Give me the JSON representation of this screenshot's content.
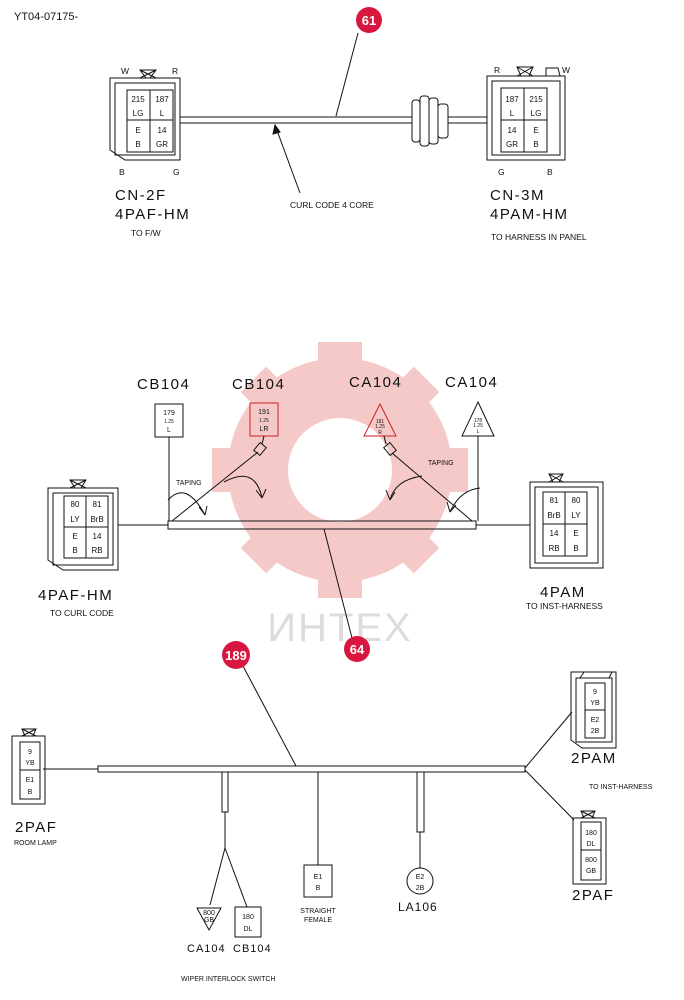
{
  "doc_id": "YT04-07175-",
  "colors": {
    "callout": "#d7173f",
    "watermark": "#f4b8b8",
    "line": "#111111"
  },
  "watermark": {
    "text": "ИНТЕХ"
  },
  "callouts": [
    "61",
    "64",
    "189"
  ],
  "top": {
    "left": {
      "top_marks": [
        "W",
        "R"
      ],
      "bottom_marks": [
        "B",
        "G"
      ],
      "pins": [
        "215",
        "187",
        "LG",
        "L",
        "E",
        "14",
        "B",
        "GR"
      ],
      "name": "CN-2F",
      "type": "4PAF-HM",
      "dest": "TO F/W"
    },
    "right": {
      "top_marks": [
        "R",
        "W"
      ],
      "bottom_marks": [
        "G",
        "B"
      ],
      "pins": [
        "187",
        "215",
        "L",
        "LG",
        "14",
        "E",
        "GR",
        "B"
      ],
      "name": "CN-3M",
      "type": "4PAM-HM",
      "dest": "TO HARNESS IN PANEL"
    },
    "curl_label": "CURL CODE 4 CORE"
  },
  "middle": {
    "labels": [
      "CB104",
      "CB104",
      "CA104",
      "CA104"
    ],
    "term1": [
      "179",
      "1.25",
      "L"
    ],
    "term2": [
      "191",
      "1.25",
      "LR"
    ],
    "term3": [
      "181",
      "1.25",
      "R"
    ],
    "term4": [
      "178",
      "1.25",
      "L"
    ],
    "taping": "TAPING",
    "left": {
      "pins": [
        "80",
        "81",
        "LY",
        "BrB",
        "E",
        "14",
        "B",
        "RB"
      ],
      "type": "4PAF-HM",
      "dest": "TO CURL CODE"
    },
    "right": {
      "pins": [
        "81",
        "80",
        "BrB",
        "LY",
        "14",
        "E",
        "RB",
        "B"
      ],
      "type": "4PAM",
      "dest": "TO INST-HARNESS"
    }
  },
  "bottom": {
    "room": {
      "pins": [
        "9",
        "YB",
        "E1",
        "B"
      ],
      "type": "2PAF",
      "dest": "ROOM LAMP"
    },
    "tr": {
      "pins": [
        "9",
        "YB",
        "E2",
        "2B"
      ],
      "type": "2PAM"
    },
    "br": {
      "pins": [
        "180",
        "DL",
        "800",
        "GB"
      ],
      "type": "2PAF"
    },
    "inst_dest": "TO INST-HARNESS",
    "ca": {
      "pins": [
        "800",
        "GB"
      ],
      "label": "CA104"
    },
    "cb": {
      "pins": [
        "180",
        "DL"
      ],
      "label": "CB104"
    },
    "wiper": "WIPER INTERLOCK SWITCH",
    "straight": {
      "pins": [
        "E1",
        "B"
      ],
      "label1": "STRAIGHT",
      "label2": "FEMALE"
    },
    "la": {
      "pins": [
        "E2",
        "2B"
      ],
      "label": "LA106"
    }
  }
}
